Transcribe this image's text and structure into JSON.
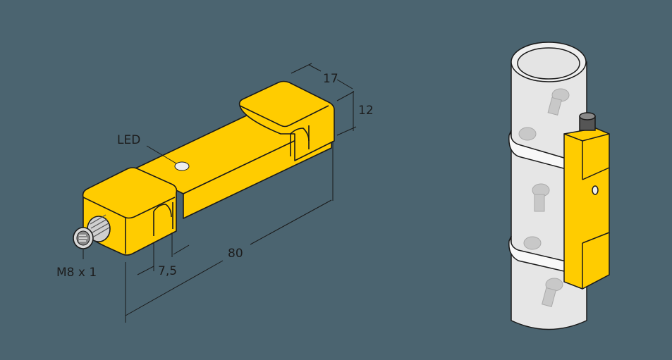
{
  "drawing": {
    "colors": {
      "background": "#4b6470",
      "sensor_yellow": "#ffcc00",
      "sensor_shadow": "#e0b000",
      "outline": "#1a1a1a",
      "pipe": "#e8e8e8",
      "led": "#eeeeee"
    },
    "left_view": {
      "labels": {
        "led": "LED",
        "connector": "M8 x 1"
      },
      "dimensions": {
        "width": "17",
        "height": "12",
        "length": "80",
        "slot": "7,5"
      }
    },
    "right_view": {
      "description": "Sensor mounted on pipe with two straps"
    }
  }
}
